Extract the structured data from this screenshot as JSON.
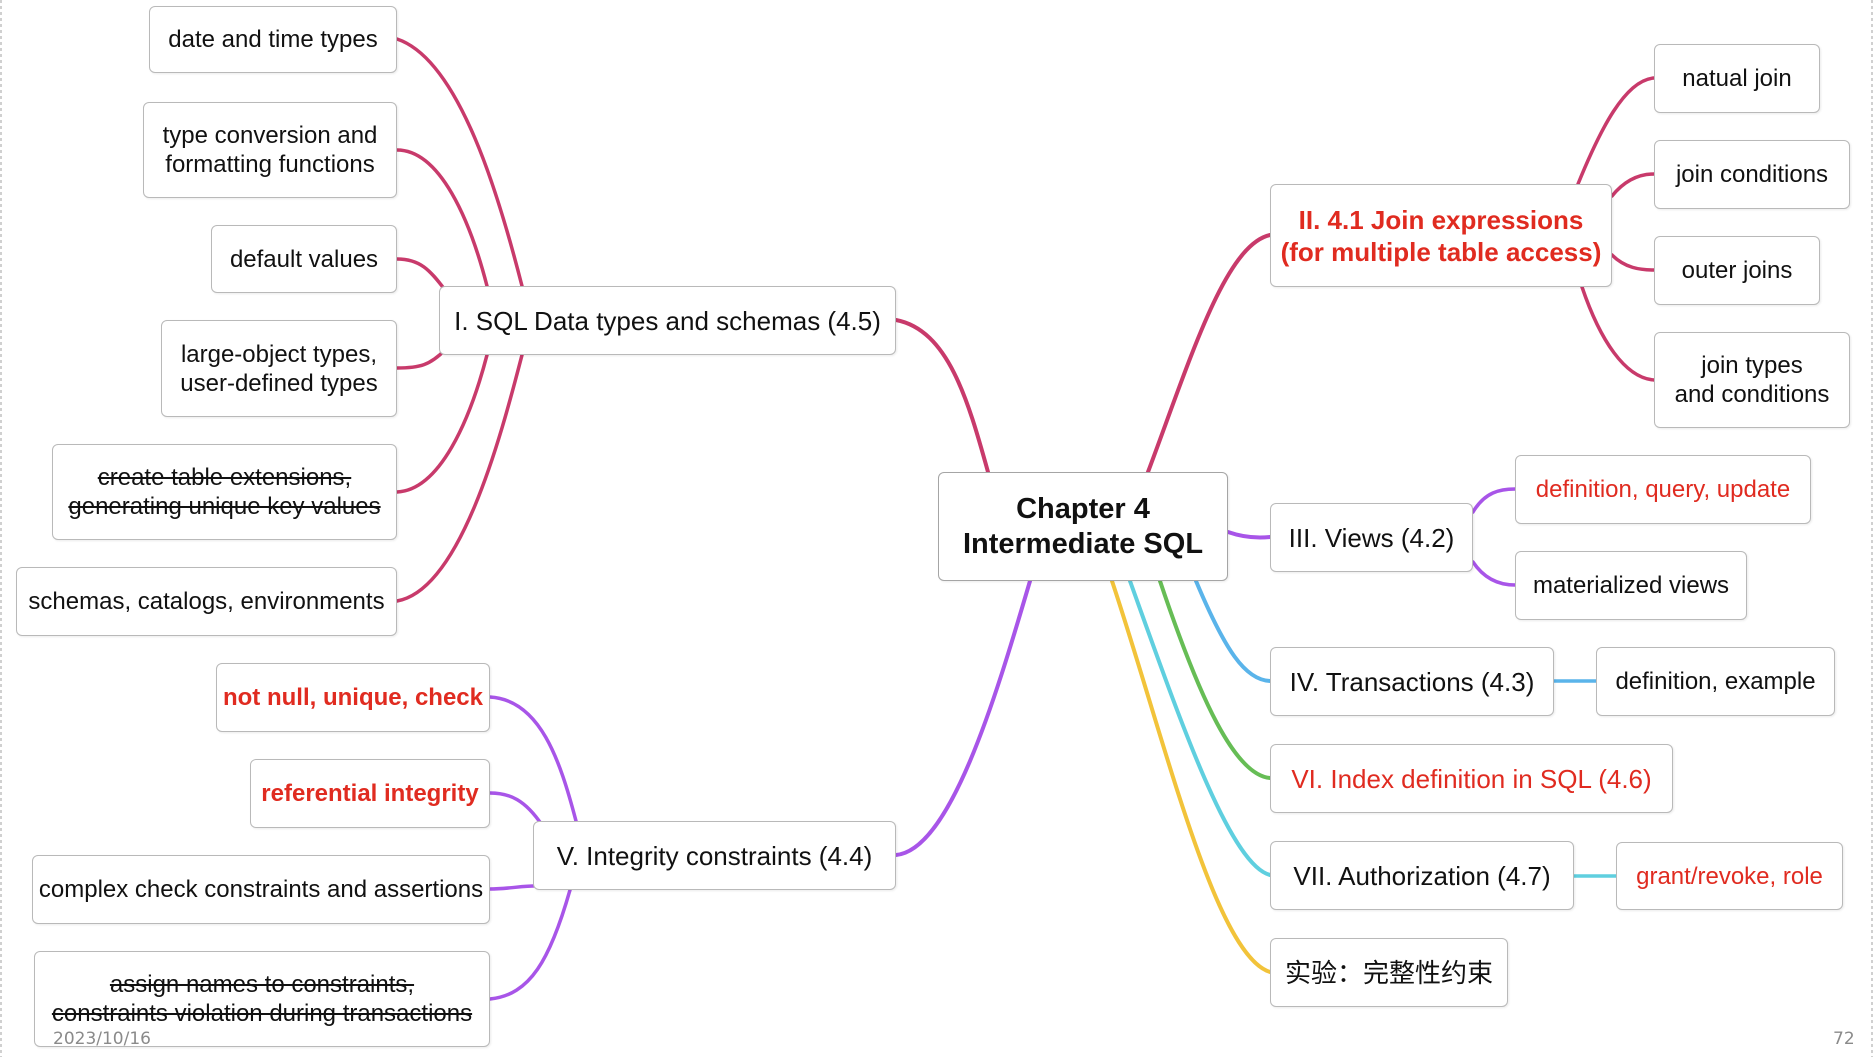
{
  "mindmap": {
    "root": {
      "text": "Chapter 4\nIntermediate SQL"
    },
    "branches": {
      "b1": {
        "text": "I. SQL Data types and schemas (4.5)",
        "color": "#c83a6b",
        "children": [
          {
            "text": "date and time types"
          },
          {
            "text": "type conversion and\nformatting functions"
          },
          {
            "text": "default values"
          },
          {
            "text": "large-object types,\nuser-defined types"
          },
          {
            "text": "create table extensions,\ngenerating unique key values"
          },
          {
            "text": "schemas, catalogs, environments"
          }
        ]
      },
      "b2": {
        "text": "II. 4.1 Join expressions\n(for multiple table access)",
        "color": "#c83a6b",
        "children": [
          {
            "text": "natual join"
          },
          {
            "text": "join conditions"
          },
          {
            "text": "outer joins"
          },
          {
            "text": "join types\nand conditions"
          }
        ]
      },
      "b3": {
        "text": "III. Views (4.2)",
        "color": "#a855e8",
        "children": [
          {
            "text": "definition, query, update"
          },
          {
            "text": "materialized views"
          }
        ]
      },
      "b4": {
        "text": "IV. Transactions (4.3)",
        "color": "#5ab4ea",
        "children": [
          {
            "text": "definition, example"
          }
        ]
      },
      "b5": {
        "text": "V. Integrity constraints (4.4)",
        "color": "#a855e8",
        "children": [
          {
            "text": "not null, unique, check"
          },
          {
            "text": "referential integrity"
          },
          {
            "text": "complex check constraints and assertions"
          },
          {
            "text": "assign names to constraints,\nconstraints violation during transactions"
          }
        ]
      },
      "b6": {
        "text": "VI. Index definition in SQL (4.6)",
        "color": "#66bd55",
        "children": []
      },
      "b7": {
        "text": "VII. Authorization (4.7)",
        "color": "#5fcfdf",
        "children": [
          {
            "text": "grant/revoke, role"
          }
        ]
      },
      "b8": {
        "text": "实验：完整性约束",
        "color": "#f2c33a",
        "children": []
      }
    }
  },
  "footer": {
    "date": "2023/10/16",
    "page": "72"
  }
}
